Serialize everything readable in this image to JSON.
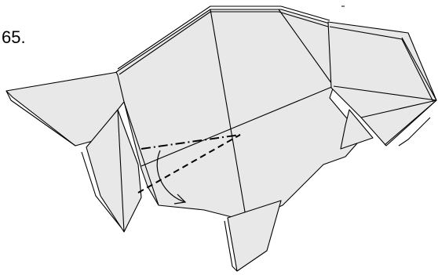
{
  "step": {
    "number": "65."
  },
  "colors": {
    "paper": "#e8e8e8",
    "line": "#000000",
    "background": "#ffffff"
  },
  "diagram": {
    "subject": "origami-turtle-model",
    "fold_lines": [
      {
        "type": "mountain-fold",
        "style": "dash-dot"
      },
      {
        "type": "valley-fold",
        "style": "dashed"
      }
    ],
    "arrows": [
      {
        "type": "fold-arrow",
        "direction": "down-right"
      }
    ]
  }
}
